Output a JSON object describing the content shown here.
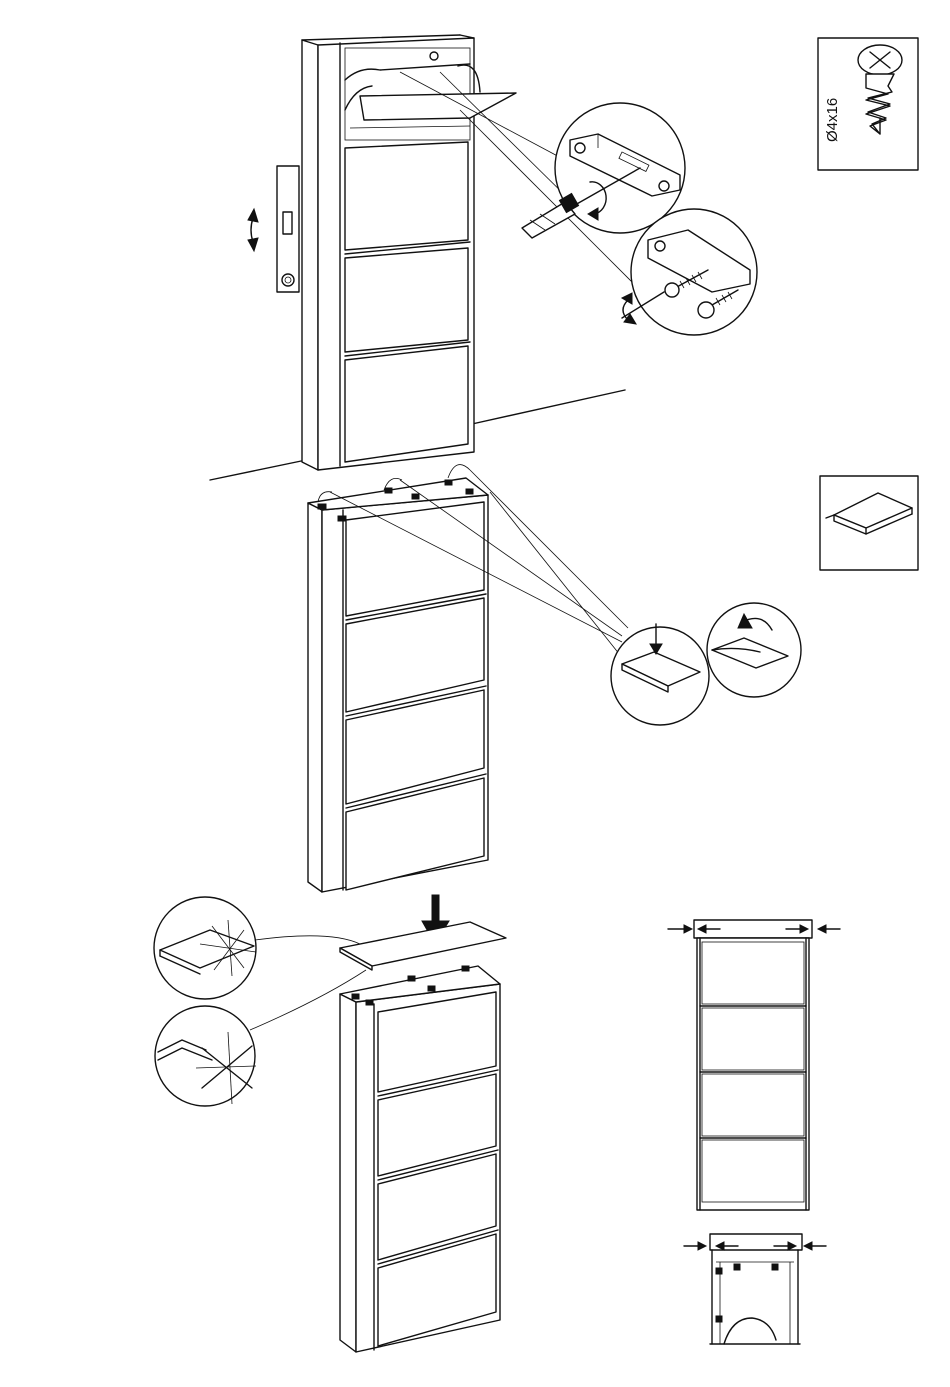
{
  "parts_legend": {
    "screw_size_label": "Ø4x16",
    "screw_icon": "phillips-wood-screw-icon",
    "pad_icon": "adhesive-felt-pad-icon"
  },
  "steps": [
    {
      "id": "wall-mounting",
      "icons": [
        "spirit-level-icon",
        "screwdriver-icon",
        "wall-bracket-icon",
        "wood-screw-icon"
      ]
    },
    {
      "id": "adhesive-pads",
      "icons": [
        "felt-pad-icon",
        "press-down-arrow-icon",
        "peel-off-arrow-icon"
      ]
    },
    {
      "id": "top-panel",
      "icons": [
        "down-arrow-icon",
        "correct-placement-icon",
        "incorrect-placement-icon"
      ]
    },
    {
      "id": "alignment-check",
      "icons": [
        "inward-arrow-icon"
      ]
    }
  ],
  "colors": {
    "line": "#111111",
    "background": "#ffffff"
  }
}
